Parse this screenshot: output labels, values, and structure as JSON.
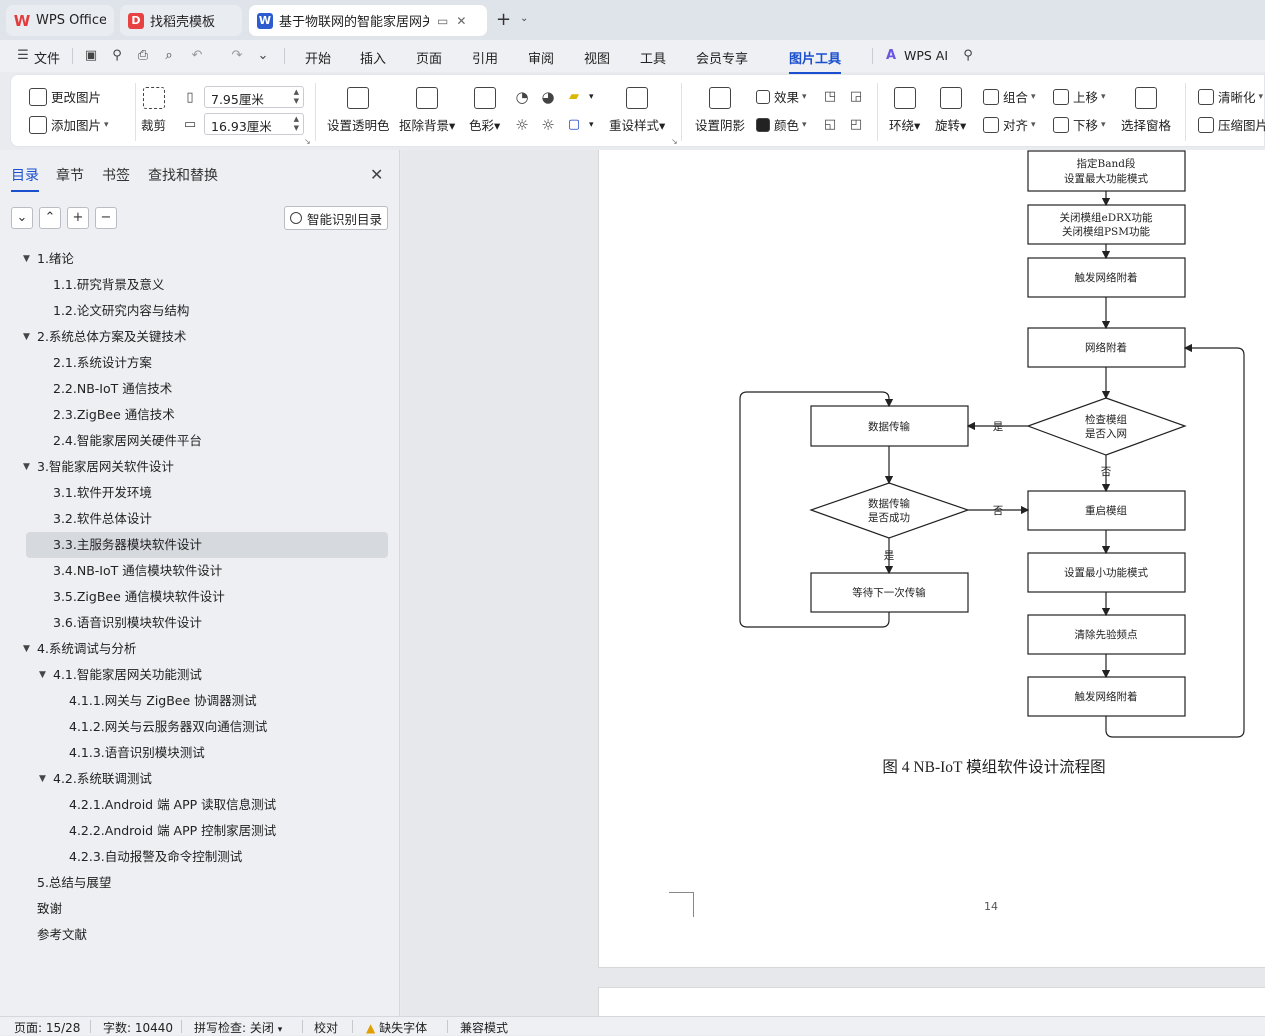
{
  "tabs": [
    {
      "label": "WPS Office",
      "icon": "wps-logo-icon",
      "color": "#e23b3b"
    },
    {
      "label": "找稻壳模板",
      "icon": "docer-icon",
      "color": "#e84141"
    },
    {
      "label": "基于物联网的智能家居网关设计",
      "icon": "writer-doc-icon",
      "color": "#2c5ccf",
      "active": true
    }
  ],
  "menu": {
    "file": "文件",
    "items": [
      "开始",
      "插入",
      "页面",
      "引用",
      "审阅",
      "视图",
      "工具",
      "会员专享",
      "图片工具"
    ],
    "active": "图片工具",
    "ai": "WPS AI"
  },
  "ribbon": {
    "change_image": "更改图片",
    "add_image": "添加图片",
    "crop": "裁剪",
    "width_value": "7.95厘米",
    "height_value": "16.93厘米",
    "set_transparent": "设置透明色",
    "remove_bg": "抠除背景",
    "color_adjust": "色彩",
    "reset_style": "重设样式",
    "set_shadow": "设置阴影",
    "effects": "效果",
    "fill_color": "颜色",
    "wrap": "环绕",
    "rotate": "旋转",
    "group": "组合",
    "align": "对齐",
    "bring_forward": "上移",
    "send_backward": "下移",
    "selection_pane": "选择窗格",
    "sharpen": "清晰化",
    "compress": "压缩图片"
  },
  "nav": {
    "tabs": [
      "目录",
      "章节",
      "书签",
      "查找和替换"
    ],
    "active_tab": "目录",
    "smart_toc": "智能识别目录",
    "toc": [
      {
        "label": "1.绪论",
        "level": 1,
        "expanded": true
      },
      {
        "label": "1.1.研究背景及意义",
        "level": 2
      },
      {
        "label": "1.2.论文研究内容与结构",
        "level": 2
      },
      {
        "label": "2.系统总体方案及关键技术",
        "level": 1,
        "expanded": true
      },
      {
        "label": "2.1.系统设计方案",
        "level": 2
      },
      {
        "label": "2.2.NB-IoT 通信技术",
        "level": 2
      },
      {
        "label": "2.3.ZigBee 通信技术",
        "level": 2
      },
      {
        "label": "2.4.智能家居网关硬件平台",
        "level": 2
      },
      {
        "label": "3.智能家居网关软件设计",
        "level": 1,
        "expanded": true
      },
      {
        "label": "3.1.软件开发环境",
        "level": 2
      },
      {
        "label": "3.2.软件总体设计",
        "level": 2
      },
      {
        "label": "3.3.主服务器模块软件设计",
        "level": 2,
        "selected": true
      },
      {
        "label": "3.4.NB-IoT 通信模块软件设计",
        "level": 2
      },
      {
        "label": "3.5.ZigBee 通信模块软件设计",
        "level": 2
      },
      {
        "label": "3.6.语音识别模块软件设计",
        "level": 2
      },
      {
        "label": "4.系统调试与分析",
        "level": 1,
        "expanded": true
      },
      {
        "label": "4.1.智能家居网关功能测试",
        "level": 2,
        "expanded": true
      },
      {
        "label": "4.1.1.网关与 ZigBee 协调器测试",
        "level": 3
      },
      {
        "label": "4.1.2.网关与云服务器双向通信测试",
        "level": 3
      },
      {
        "label": "4.1.3.语音识别模块测试",
        "level": 3
      },
      {
        "label": "4.2.系统联调测试",
        "level": 2,
        "expanded": true
      },
      {
        "label": "4.2.1.Android 端 APP 读取信息测试",
        "level": 3
      },
      {
        "label": "4.2.2.Android 端 APP 控制家居测试",
        "level": 3
      },
      {
        "label": "4.2.3.自动报警及命令控制测试",
        "level": 3
      },
      {
        "label": "5.总结与展望",
        "level": 1
      },
      {
        "label": "致谢",
        "level": 1
      },
      {
        "label": "参考文献",
        "level": 1
      }
    ]
  },
  "flowchart": {
    "band_1": "指定Band段",
    "band_2": "设置最大功能模式",
    "edrx_1": "关闭模组eDRX功能",
    "edrx_2": "关闭模组PSM功能",
    "attach_trigger": "触发网络附着",
    "attach": "网络附着",
    "check_1": "检查模组",
    "check_2": "是否入网",
    "data_tx": "数据传输",
    "tx_ok_1": "数据传输",
    "tx_ok_2": "是否成功",
    "wait_next": "等待下一次传输",
    "restart": "重启模组",
    "min_mode": "设置最小功能模式",
    "clear_freq": "清除先验频点",
    "attach_trigger_2": "触发网络附着",
    "yes": "是",
    "no": "否",
    "yes_2": "是",
    "no_2": "否"
  },
  "caption": "图 4 NB-IoT 模组软件设计流程图",
  "page_number": "14",
  "status": {
    "page": "页面: 15/28",
    "words": "字数: 10440",
    "spell": "拼写检查: 关闭",
    "proof": "校对",
    "missing_font": "缺失字体",
    "compat": "兼容模式"
  }
}
